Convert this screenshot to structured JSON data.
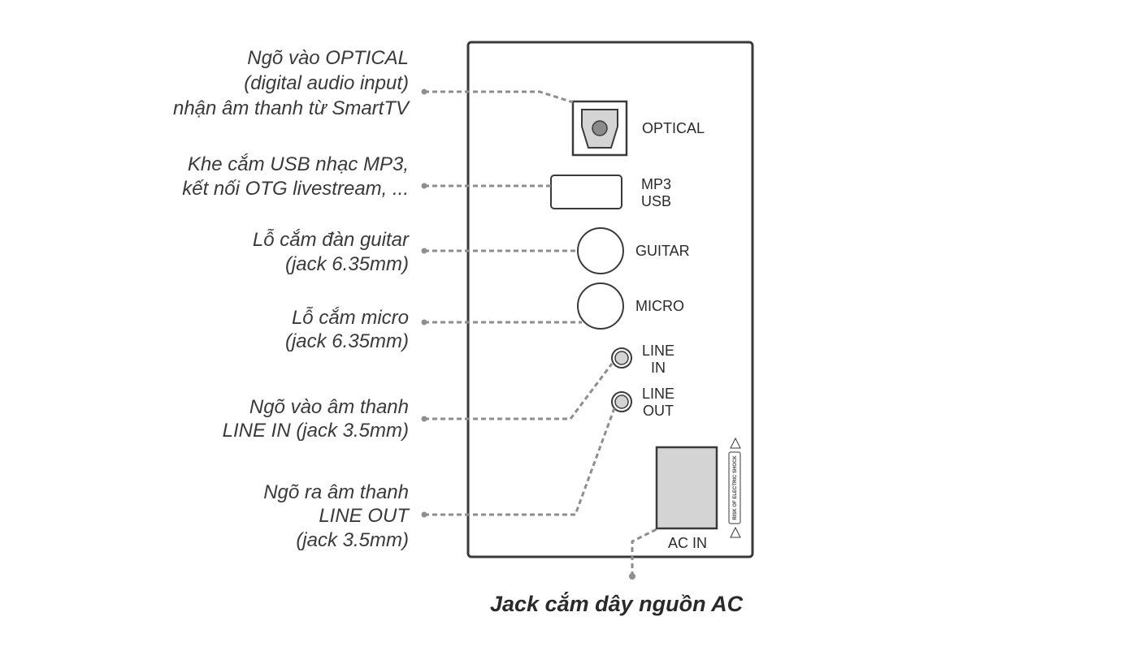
{
  "callouts": {
    "optical": [
      "Ngõ vào OPTICAL",
      "(digital audio input)",
      "nhận âm thanh từ SmartTV"
    ],
    "usb": [
      "Khe cắm USB nhạc MP3,",
      "kết nối OTG livestream, ..."
    ],
    "guitar": [
      "Lỗ cắm đàn guitar",
      "(jack 6.35mm)"
    ],
    "micro": [
      "Lỗ cắm micro",
      "(jack 6.35mm)"
    ],
    "line_in": [
      "Ngõ vào âm thanh",
      "LINE IN (jack 3.5mm)"
    ],
    "line_out": [
      "Ngõ ra âm thanh",
      "LINE OUT",
      "(jack 3.5mm)"
    ]
  },
  "ports": {
    "optical": "OPTICAL",
    "usb": [
      "MP3",
      "USB"
    ],
    "guitar": "GUITAR",
    "micro": "MICRO",
    "line_in": [
      "LINE",
      "IN"
    ],
    "line_out": [
      "LINE",
      "OUT"
    ],
    "ac_in": "AC IN"
  },
  "warning_text": "RISK OF ELECTRIC SHOCK",
  "caption": "Jack cắm dây nguồn AC",
  "colors": {
    "panel_stroke": "#3a3a3a",
    "leader": "#8e8e8e",
    "port_fill": "#d4d4d4",
    "text": "#3a3a3a"
  }
}
